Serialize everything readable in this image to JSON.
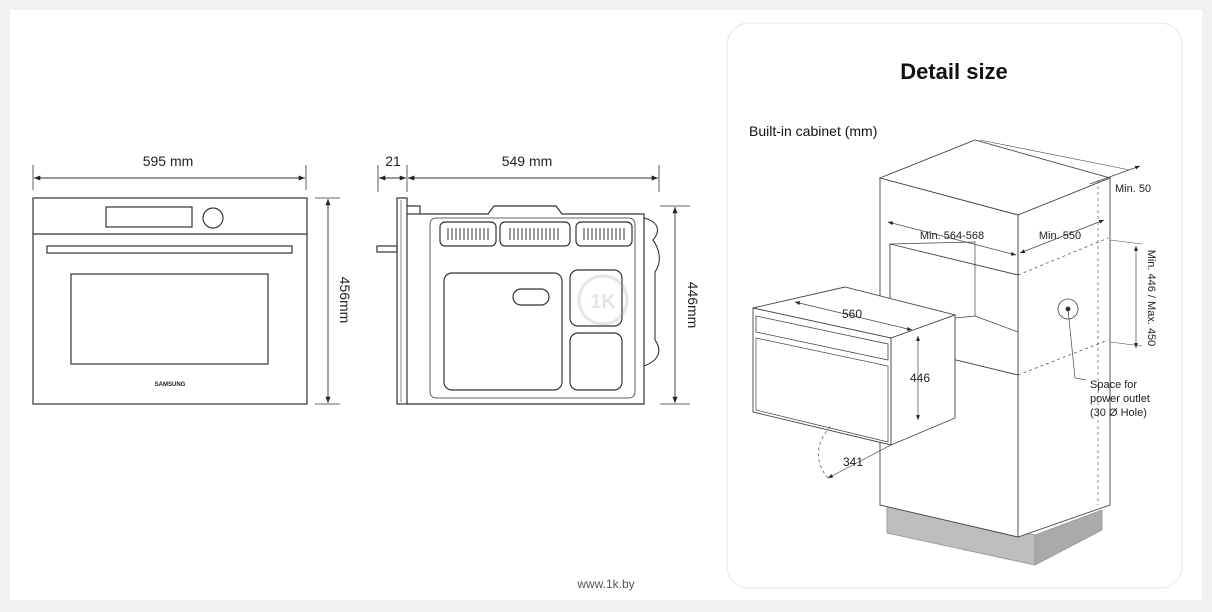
{
  "front_view": {
    "width_label": "595 mm",
    "height_label": "456mm",
    "brand": "SAMSUNG"
  },
  "side_view": {
    "door_depth_label": "21",
    "depth_label": "549 mm",
    "height_label": "446mm"
  },
  "detail_panel": {
    "title": "Detail size",
    "subtitle": "Built-in cabinet (mm)",
    "labels": {
      "min_back_gap": "Min. 50",
      "min_width": "Min. 564-568",
      "min_depth": "Min. 550",
      "height_range": "Min. 446 / Max. 450",
      "oven_width": "560",
      "oven_height": "446",
      "door_swing": "341",
      "outlet_line1": "Space for",
      "outlet_line2": "power outlet",
      "outlet_line3": "(30 Ø Hole)"
    }
  },
  "watermark": {
    "url": "www.1k.by",
    "logo_text": "1K"
  },
  "colors": {
    "background": "#f1f1f1",
    "panel": "#ffffff",
    "line": "#333333",
    "plinth": "#b8b8b8"
  }
}
